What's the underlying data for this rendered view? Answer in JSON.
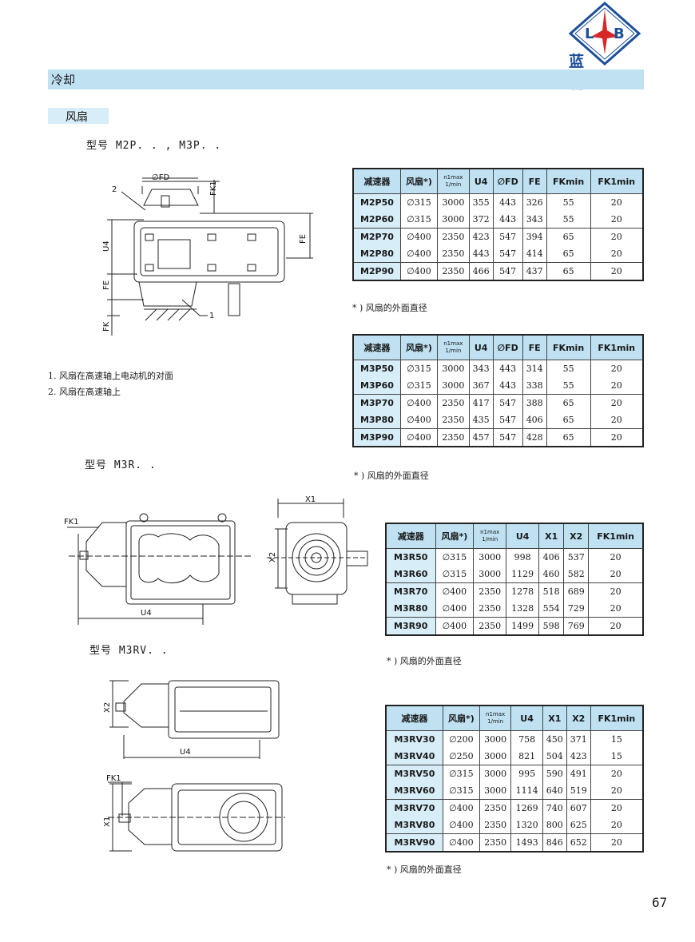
{
  "logo": {
    "letters": "LB",
    "text": "蓝 霸"
  },
  "section": {
    "title": "冷却"
  },
  "subsection": {
    "title": "风扇"
  },
  "models": {
    "m2p_m3p": "型号 M2P. . , M3P. .",
    "m3r": "型号 M3R. .",
    "m3rv": "型号 M3RV. ."
  },
  "notes": [
    "1. 风扇在高速轴上电动机的对面",
    "2. 风扇在高速轴上"
  ],
  "footnote": "* ) 风扇的外面直径",
  "dims": {
    "fd": "∅FD",
    "fk1": "FK1",
    "fe": "FE",
    "u4": "U4",
    "fk": "FK",
    "x1": "X1",
    "x2": "X2",
    "one": "1",
    "two": "2"
  },
  "table_m2p": {
    "headers": [
      "减速器",
      "风扇*)",
      "n1max",
      "1/min",
      "U4",
      "∅FD",
      "FE",
      "FKmin",
      "FK1min"
    ],
    "rows": [
      [
        "M2P50",
        "∅315",
        "3000",
        "355",
        "443",
        "326",
        "55",
        "20"
      ],
      [
        "M2P60",
        "∅315",
        "3000",
        "372",
        "443",
        "343",
        "55",
        "20"
      ],
      [
        "M2P70",
        "∅400",
        "2350",
        "423",
        "547",
        "394",
        "65",
        "20"
      ],
      [
        "M2P80",
        "∅400",
        "2350",
        "443",
        "547",
        "414",
        "65",
        "20"
      ],
      [
        "M2P90",
        "∅400",
        "2350",
        "466",
        "547",
        "437",
        "65",
        "20"
      ]
    ]
  },
  "table_m3p": {
    "headers": [
      "减速器",
      "风扇*)",
      "n1max",
      "1/min",
      "U4",
      "∅FD",
      "FE",
      "FKmin",
      "FK1min"
    ],
    "rows": [
      [
        "M3P50",
        "∅315",
        "3000",
        "343",
        "443",
        "314",
        "55",
        "20"
      ],
      [
        "M3P60",
        "∅315",
        "3000",
        "367",
        "443",
        "338",
        "55",
        "20"
      ],
      [
        "M3P70",
        "∅400",
        "2350",
        "417",
        "547",
        "388",
        "65",
        "20"
      ],
      [
        "M3P80",
        "∅400",
        "2350",
        "435",
        "547",
        "406",
        "65",
        "20"
      ],
      [
        "M3P90",
        "∅400",
        "2350",
        "457",
        "547",
        "428",
        "65",
        "20"
      ]
    ]
  },
  "table_m3r": {
    "headers": [
      "减速器",
      "风扇*)",
      "n1max",
      "1/min",
      "U4",
      "X1",
      "X2",
      "FK1min"
    ],
    "rows": [
      [
        "M3R50",
        "∅315",
        "3000",
        "998",
        "406",
        "537",
        "20"
      ],
      [
        "M3R60",
        "∅315",
        "3000",
        "1129",
        "460",
        "582",
        "20"
      ],
      [
        "M3R70",
        "∅400",
        "2350",
        "1278",
        "518",
        "689",
        "20"
      ],
      [
        "M3R80",
        "∅400",
        "2350",
        "1328",
        "554",
        "729",
        "20"
      ],
      [
        "M3R90",
        "∅400",
        "2350",
        "1499",
        "598",
        "769",
        "20"
      ]
    ]
  },
  "table_m3rv": {
    "headers": [
      "减速器",
      "风扇*)",
      "n1max",
      "1/min",
      "U4",
      "X1",
      "X2",
      "FK1min"
    ],
    "rows": [
      [
        "M3RV30",
        "∅200",
        "3000",
        "758",
        "450",
        "371",
        "15"
      ],
      [
        "M3RV40",
        "∅250",
        "3000",
        "821",
        "504",
        "423",
        "15"
      ],
      [
        "M3RV50",
        "∅315",
        "3000",
        "995",
        "590",
        "491",
        "20"
      ],
      [
        "M3RV60",
        "∅315",
        "3000",
        "1114",
        "640",
        "519",
        "20"
      ],
      [
        "M3RV70",
        "∅400",
        "2350",
        "1269",
        "740",
        "607",
        "20"
      ],
      [
        "M3RV80",
        "∅400",
        "2350",
        "1320",
        "800",
        "625",
        "20"
      ],
      [
        "M3RV90",
        "∅400",
        "2350",
        "1493",
        "846",
        "652",
        "20"
      ]
    ]
  },
  "page_number": "67"
}
